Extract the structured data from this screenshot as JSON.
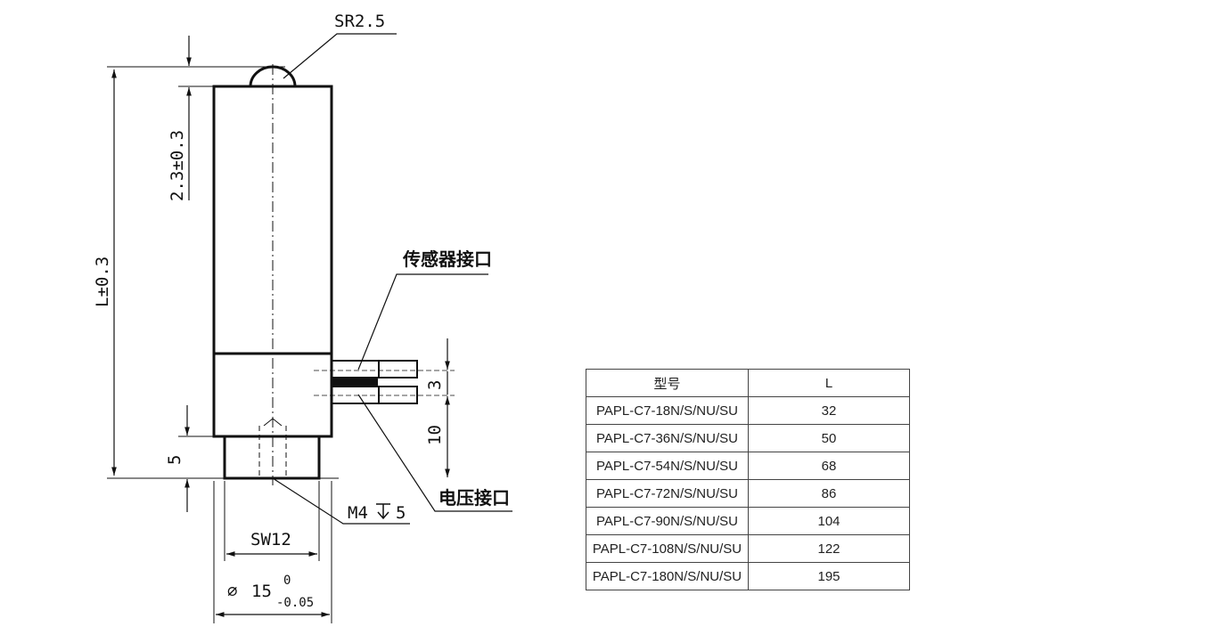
{
  "drawing": {
    "labels": {
      "sr": "SR2.5",
      "top_gap": "2.3±0.3",
      "length": "L±0.3",
      "sensor_port": "传感器接口",
      "voltage_port": "电压接口",
      "pin_pitch": "3",
      "pin_height": "10",
      "neck_height": "5",
      "thread": "M4",
      "thread_depth": "5",
      "wrench": "SW12",
      "diameter_symbol": "∅",
      "diameter": "15",
      "tol_upper": "0",
      "tol_lower": "-0.05"
    }
  },
  "table": {
    "headers": [
      "型号",
      "L"
    ],
    "rows": [
      [
        "PAPL-C7-18N/S/NU/SU",
        "32"
      ],
      [
        "PAPL-C7-36N/S/NU/SU",
        "50"
      ],
      [
        "PAPL-C7-54N/S/NU/SU",
        "68"
      ],
      [
        "PAPL-C7-72N/S/NU/SU",
        "86"
      ],
      [
        "PAPL-C7-90N/S/NU/SU",
        "104"
      ],
      [
        "PAPL-C7-108N/S/NU/SU",
        "122"
      ],
      [
        "PAPL-C7-180N/S/NU/SU",
        "195"
      ]
    ]
  }
}
